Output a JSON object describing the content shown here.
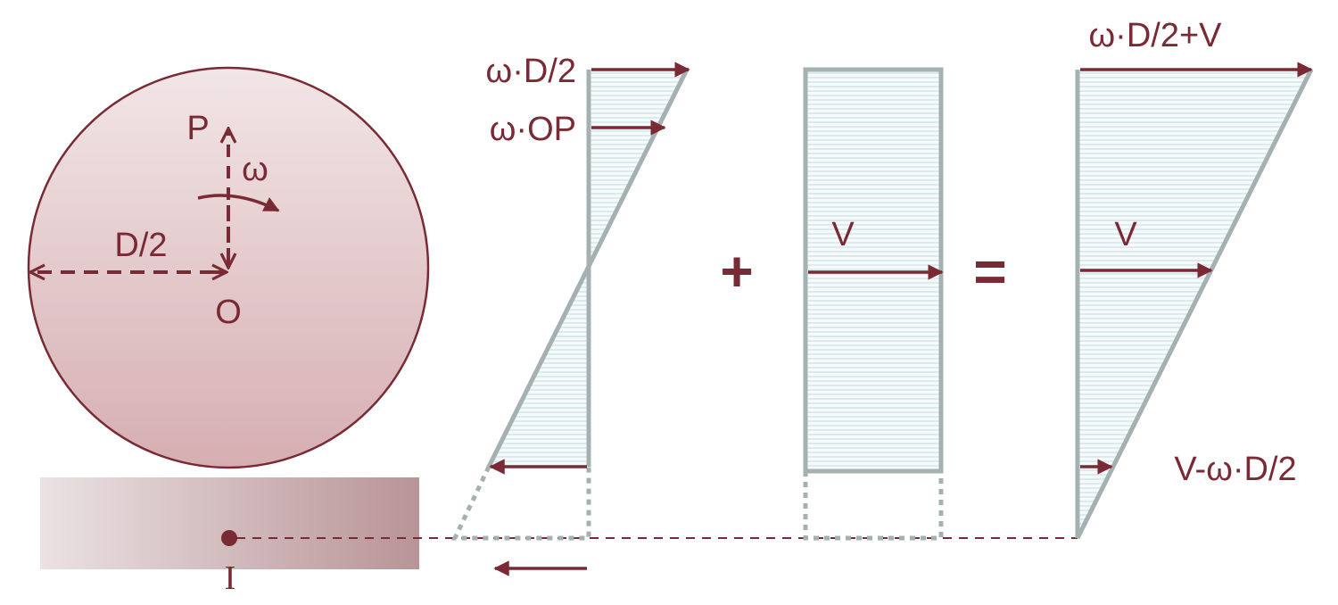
{
  "colors": {
    "accent": "#7a2a35",
    "profile": "#a5b0b1",
    "hatch": "#cfe3e8"
  },
  "wheel": {
    "label_P": "P",
    "label_omega": "ω",
    "label_radius": "D/2",
    "label_O": "O",
    "label_I": "I"
  },
  "rotation_profile": {
    "label_top": "ω·D/2",
    "label_op": "ω·OP"
  },
  "operators": {
    "plus": "+",
    "equals": "="
  },
  "translation_profile": {
    "label_v": "V"
  },
  "sum_profile": {
    "label_top": "ω·D/2+V",
    "label_v": "V",
    "label_bottom": "V-ω·D/2"
  }
}
